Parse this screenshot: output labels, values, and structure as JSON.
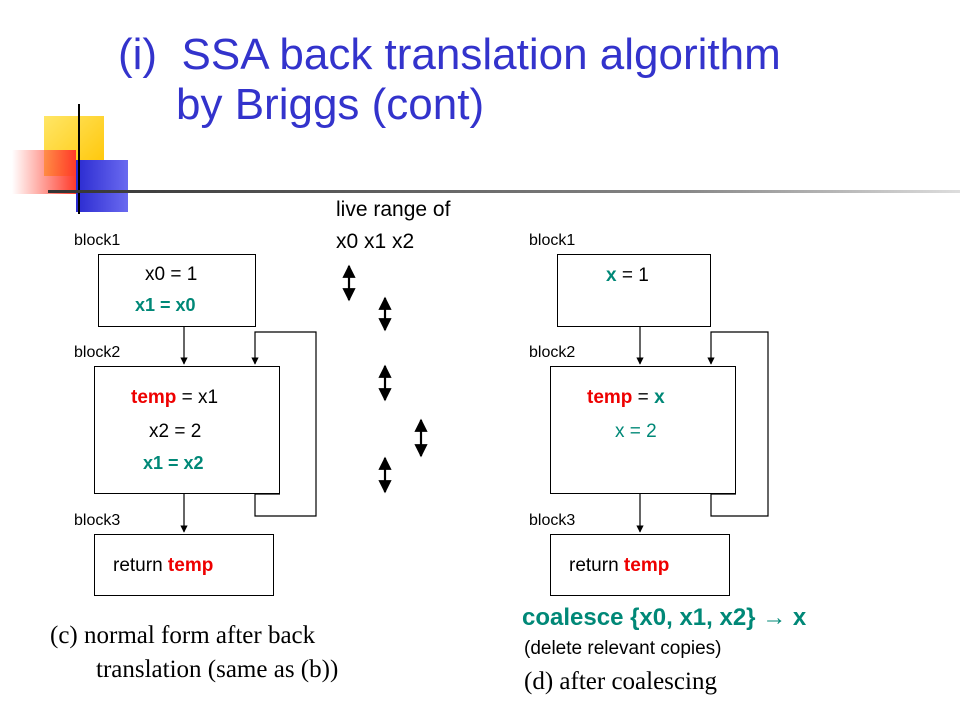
{
  "title": {
    "prefix": "(i)",
    "line1": "SSA back translation algorithm",
    "line2": "by Briggs (cont)"
  },
  "live_range": {
    "line1": "live range of",
    "line2": "x0 x1 x2"
  },
  "left": {
    "block1_label": "block1",
    "block2_label": "block2",
    "block3_label": "block3",
    "b1_line1": "x0 = 1",
    "b1_line2": "x1 = x0",
    "b2_line1_var": "temp",
    "b2_line1_rest": " = x1",
    "b2_line2": "x2 = 2",
    "b2_line3": "x1 = x2",
    "b3_return": "return ",
    "b3_var": "temp",
    "caption_line1": "(c) normal form after back",
    "caption_line2": "translation (same as (b))"
  },
  "right": {
    "block1_label": "block1",
    "block2_label": "block2",
    "block3_label": "block3",
    "b1_var": "x",
    "b1_rest": " = 1",
    "b2_line1_var": "temp",
    "b2_line1_eq": " = ",
    "b2_line1_x": "x",
    "b2_line2": "x = 2",
    "b3_return": "return ",
    "b3_var": "temp",
    "coalesce": "coalesce {x0, x1, x2} → x",
    "coalesce_note": "(delete relevant copies)",
    "caption": "(d) after coalescing"
  },
  "colors": {
    "title": "#3333cc",
    "red": "#ee0000",
    "green": "#008877",
    "deco_yellow": "#ffd21e",
    "deco_blue": "#3a3ad6",
    "deco_red": "#ff4a3a"
  }
}
